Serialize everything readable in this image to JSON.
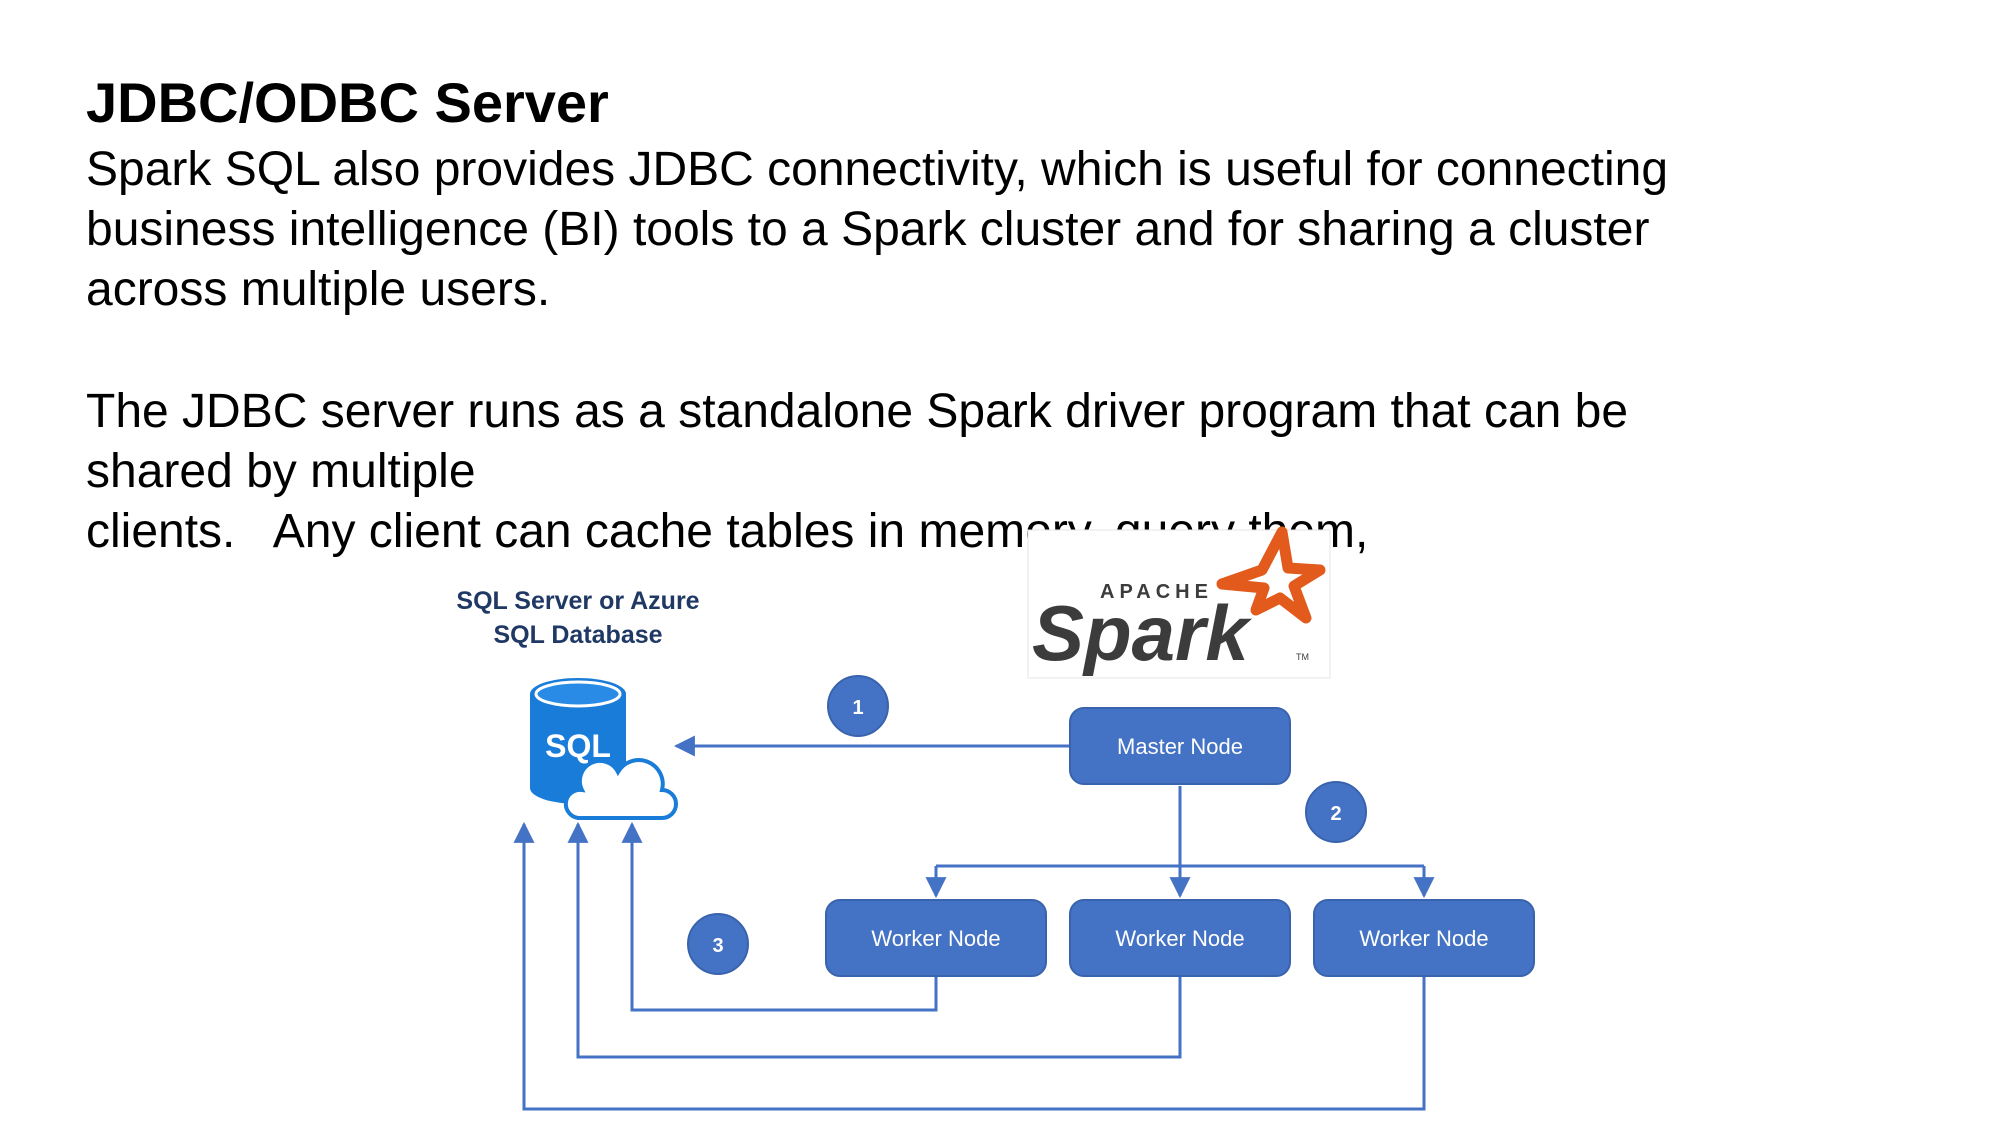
{
  "slide": {
    "title": "JDBC/ODBC Server",
    "paragraph1_lines": [
      "Spark SQL also provides JDBC connectivity, which is useful for connecting",
      "business intelligence (BI) tools to a Spark cluster and for sharing a cluster",
      "across multiple users."
    ],
    "paragraph2_lines": [
      "The JDBC server runs as a standalone Spark driver program that can be",
      "shared by multiple"
    ],
    "paragraph3": "clients.   Any client can cache tables in memory, query them,"
  },
  "diagram": {
    "database_label_lines": [
      "SQL Server or Azure",
      "SQL Database"
    ],
    "database_icon_text": "SQL",
    "spark_logo": {
      "top_text": "APACHE",
      "main_text": "Spark",
      "tm": "TM"
    },
    "master_node": "Master Node",
    "worker_nodes": [
      "Worker Node",
      "Worker Node",
      "Worker Node"
    ],
    "step_badges": [
      "1",
      "2",
      "3"
    ],
    "colors": {
      "node_fill": "#4472c4",
      "line": "#4472c4",
      "label_text": "#1f3864",
      "spark_text": "#3c3c3c",
      "spark_star": "#e25a1c"
    }
  }
}
